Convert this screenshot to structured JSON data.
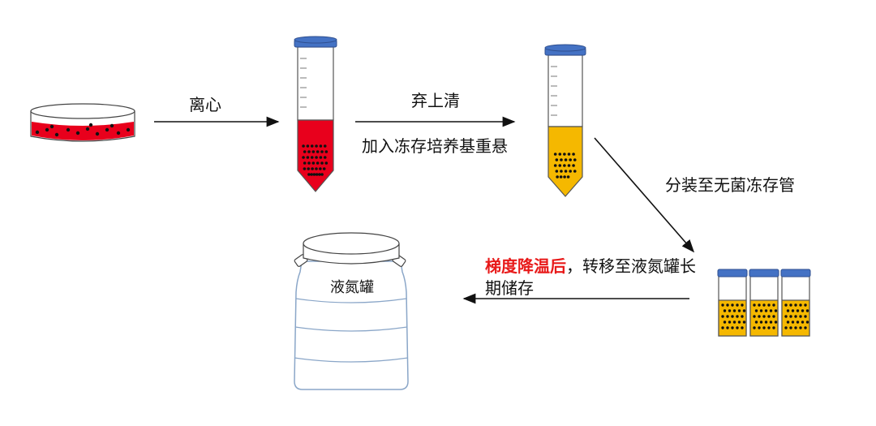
{
  "steps": {
    "centrifuge": "离心",
    "discard_supernatant": "弃上清",
    "resuspend": "加入冻存培养基重悬",
    "aliquot": "分装至无菌冻存管",
    "transfer_highlight": "梯度降温后",
    "transfer_rest": "，转移至液氮罐长期储存"
  },
  "tank_label": "液氮罐",
  "colors": {
    "cell_medium_red": "#e8001c",
    "freezing_medium_yellow": "#f5b800",
    "cap_blue": "#4472c4",
    "cells_black": "#111111",
    "highlight_red": "#e81919",
    "tank_outline": "#8aa6c8"
  }
}
